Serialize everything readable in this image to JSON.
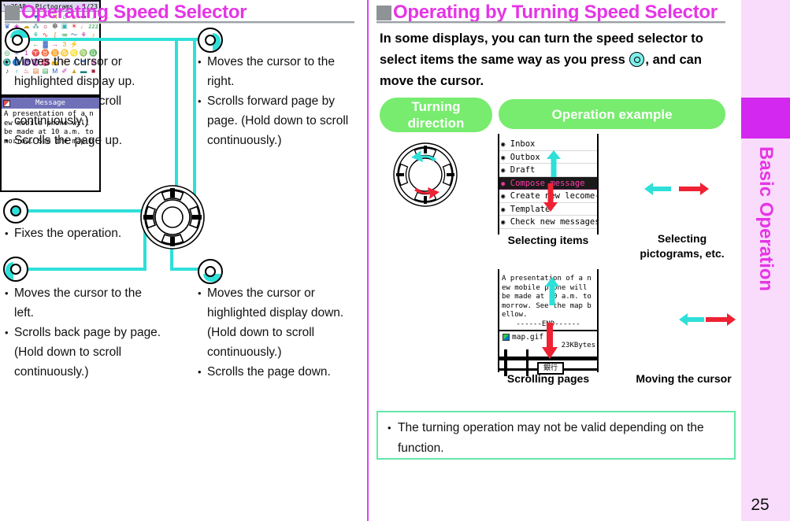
{
  "left_section": {
    "heading": "Operating Speed Selector",
    "keys": {
      "up": {
        "icon": "dpad-up-icon",
        "lines": [
          "Moves the cursor or highlighted display up. (Hold down to scroll continuously.)",
          "Scrolls the page up."
        ]
      },
      "right": {
        "icon": "dpad-right-icon",
        "lines": [
          "Moves the cursor to the right.",
          "Scrolls forward page by page. (Hold down to scroll continuously.)"
        ]
      },
      "center": {
        "icon": "dpad-select-icon",
        "lines": [
          "Fixes the operation."
        ]
      },
      "left": {
        "icon": "dpad-left-icon",
        "lines": [
          "Moves the cursor to the left.",
          "Scrolls back page by page. (Hold down to scroll continuously.)"
        ]
      },
      "down": {
        "icon": "dpad-down-icon",
        "lines": [
          "Moves the cursor or highlighted display down. (Hold down to scroll continuously.)",
          "Scrolls the page down."
        ]
      }
    },
    "wheel_icon": "speed-selector-wheel-icon"
  },
  "right_section": {
    "heading": "Operating by Turning Speed Selector",
    "intro_before": "In some displays, you can turn the speed selector to select items the same way as you press ",
    "intro_after": ", and can move the cursor.",
    "pill_turning": "Turning\ndirection",
    "pill_turning_line1": "Turning",
    "pill_turning_line2": "direction",
    "pill_example": "Operation example",
    "wheel_icon": "turning-direction-wheel-icon",
    "examples": [
      {
        "caption": "Selecting items",
        "caption_line2": ""
      },
      {
        "caption": "Selecting",
        "caption_line2": "pictograms, etc."
      },
      {
        "caption": "Scrolling pages",
        "caption_line2": ""
      },
      {
        "caption": "Moving the cursor",
        "caption_line2": ""
      }
    ],
    "note": "The turning operation may not be valid depending on the function."
  },
  "screens": {
    "menu": {
      "items": [
        "Inbox",
        "Outbox",
        "Draft",
        "Compose message",
        "Create new",
        "Template",
        "Check new messages"
      ],
      "selected_index": 3,
      "overlay_text": "lecome-Anime"
    },
    "pictograms": {
      "title": "Pictograms",
      "page_indicator": "1/23",
      "rows": [
        [
          "♥",
          "✎",
          "♥",
          "♥",
          "☂",
          "✖",
          "⌂",
          "⌂",
          "☘",
          "♪"
        ],
        [
          "♛",
          "◈",
          "☁",
          "⁂",
          "☼",
          "❆",
          "▣",
          "☀",
          "♩",
          "zzz"
        ],
        [
          "!",
          "!?",
          "!!",
          "⚘",
          "∿",
          "ʃ",
          "≔",
          "〜",
          "⚘",
          "♪"
        ],
        [
          "⤵",
          "↗",
          "↘",
          "←",
          "▓",
          "→",
          "3",
          "⚡",
          "",
          ""
        ],
        [
          "◎",
          "✳",
          "1",
          "♈",
          "♉",
          "♊",
          "♋",
          "♌",
          "♍",
          "♎"
        ],
        [
          "♏",
          "♐",
          "♑",
          "♒",
          "♓",
          "✍",
          "⓪",
          "♪",
          "☂",
          "⚙"
        ],
        [
          "♪",
          "♁",
          "♨",
          "▤",
          "▤",
          "M",
          "✐",
          "▲",
          "▬",
          "■"
        ]
      ]
    },
    "scrolling": {
      "body": "A presentation of a new mobile phone will be made at 10 a.m. tomorrow. See the map bellow.",
      "end_marker": "------END------",
      "attachment": "map.gif",
      "size": "23KBytes",
      "map_label": "銀行"
    },
    "cursor": {
      "title": "Message",
      "body": "A presentation of a new mobile phone will be made at 10 a.m. tomorrow. See the map b"
    }
  },
  "sidebar": {
    "label": "Basic Operation",
    "page_number": "25"
  }
}
